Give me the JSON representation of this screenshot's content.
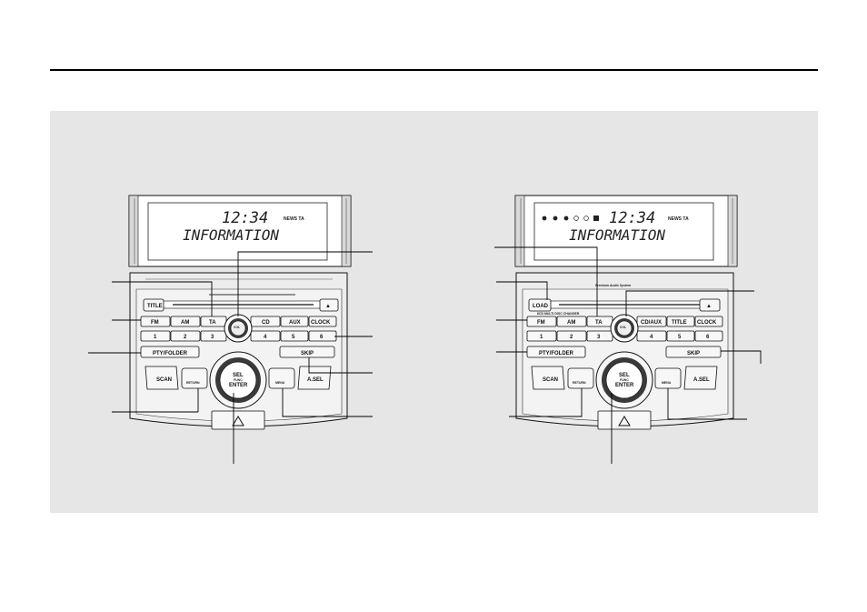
{
  "radio_left": {
    "display": {
      "time": "12:34",
      "indicators": "NEWS TA",
      "message": "INFORMATION"
    },
    "buttons": {
      "title": "TITLE",
      "eject": "▲",
      "fm": "FM",
      "am": "AM",
      "ta": "TA",
      "vol": "VOL",
      "cd": "CD",
      "aux": "AUX",
      "clock": "CLOCK",
      "preset_1": "1",
      "preset_2": "2",
      "preset_3": "3",
      "preset_4": "4",
      "preset_5": "5",
      "preset_6": "6",
      "pty_folder": "PTY/FOLDER",
      "skip": "SKIP",
      "scan": "SCAN",
      "return": "RETURN",
      "sel": "SEL",
      "func": "FUNC",
      "enter": "ENTER",
      "menu": "MENU",
      "a_sel": "A.SEL"
    }
  },
  "radio_right": {
    "display": {
      "time": "12:34",
      "indicators": "NEWS TA",
      "message": "INFORMATION"
    },
    "branding": "Premium Audio System",
    "changer_label": "6CD MULTI DISC CHANGER",
    "buttons": {
      "load": "LOAD",
      "eject": "▲",
      "fm": "FM",
      "am": "AM",
      "ta": "TA",
      "vol": "VOL",
      "cd_aux": "CD/AUX",
      "title": "TITLE",
      "clock": "CLOCK",
      "preset_1": "1",
      "preset_2": "2",
      "preset_3": "3",
      "preset_4": "4",
      "preset_5": "5",
      "preset_6": "6",
      "pty_folder": "PTY/FOLDER",
      "skip": "SKIP",
      "scan": "SCAN",
      "return": "RETURN",
      "sel": "SEL",
      "func": "FUNC",
      "enter": "ENTER",
      "menu": "MENU",
      "a_sel": "A.SEL"
    }
  }
}
